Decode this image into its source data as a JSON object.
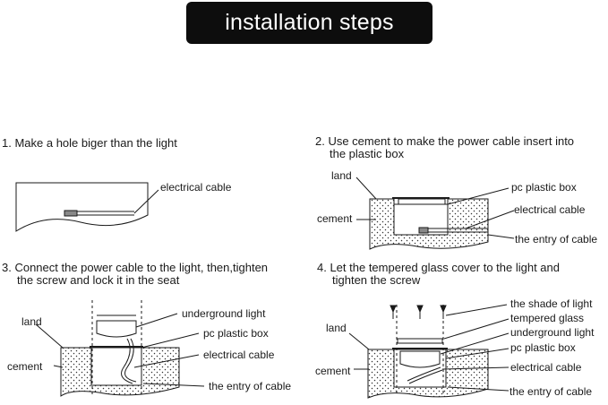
{
  "header": {
    "title": "installation steps"
  },
  "steps": [
    {
      "text": "1. Make a hole biger than the light",
      "labels": [
        "electrical cable"
      ]
    },
    {
      "text_line1": "2. Use cement to make the power cable insert into",
      "text_line2": "the plastic box",
      "labels": [
        "land",
        "cement",
        "pc plastic box",
        "electrical cable",
        "the entry of cable"
      ]
    },
    {
      "text_line1": "3. Connect the power cable to the light, then,tighten",
      "text_line2": "the screw and lock it in the seat",
      "labels": [
        "land",
        "cement",
        "underground  light",
        "pc plastic box",
        "electrical cable",
        "the entry of cable"
      ]
    },
    {
      "text_line1": "4. Let the tempered glass cover to the light and",
      "text_line2": "tighten the screw",
      "labels": [
        "land",
        "cement",
        "the shade of light",
        "tempered glass",
        "underground  light",
        "pc plastic box",
        "electrical cable",
        "the entry of cable"
      ]
    }
  ],
  "colors": {
    "title_bg": "#0d0d0d",
    "title_text": "#ffffff",
    "line": "#1a1a1a"
  }
}
